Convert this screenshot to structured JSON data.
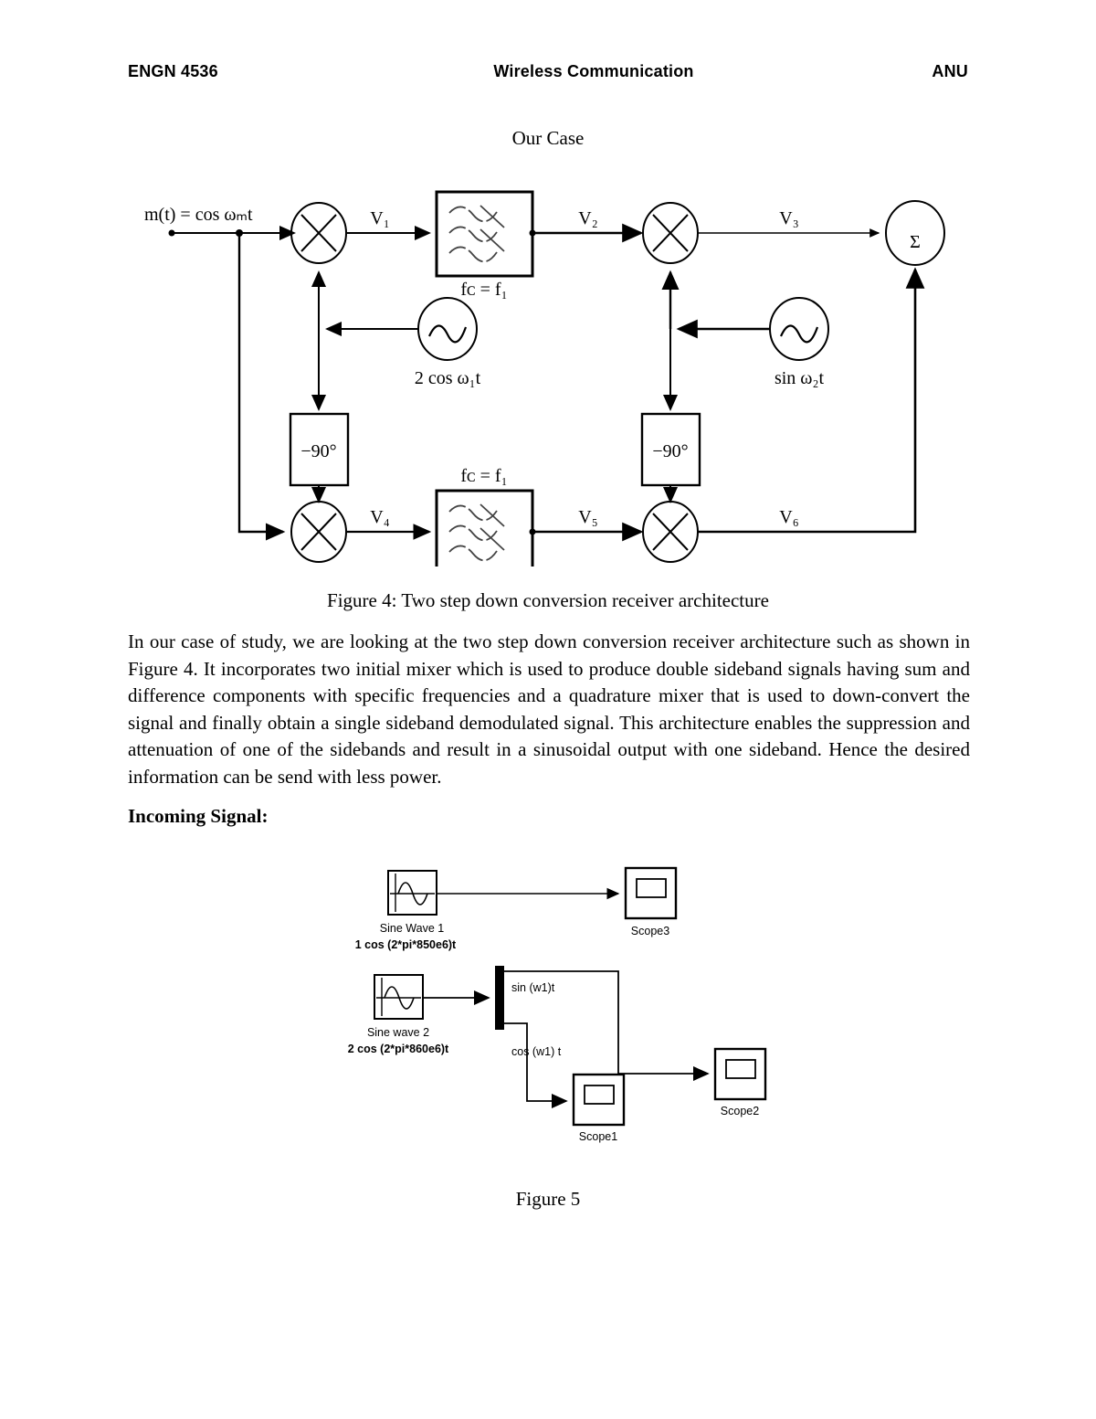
{
  "header": {
    "course_code": "ENGN 4536",
    "title": "Wireless Communication",
    "institution": "ANU"
  },
  "section_title": "Our Case",
  "figure4": {
    "caption": "Figure 4: Two step down conversion receiver architecture",
    "input_label": "m(t) = cos ωₘt",
    "signal_labels": {
      "v1": "V₁",
      "v2": "V₂",
      "v3": "V₃",
      "v4": "V₄",
      "v5": "V₅",
      "v6": "V₆"
    },
    "filter_top_label": "fᴄ = f₁",
    "filter_bottom_label": "fᴄ = f₁",
    "oscillator_left_label": "2 cos ω₁t",
    "oscillator_right_label": "sin ω₂t",
    "phase_shifter_left_label": "−90°",
    "phase_shifter_right_label": "−90°",
    "summer_symbol": "Σ",
    "mixer_symbol": "×"
  },
  "paragraph": "In our case of study, we are looking at the two step down conversion receiver architecture such as shown in Figure 4. It incorporates two initial mixer which is used to produce double sideband signals having sum and difference components with specific frequencies and a quadrature mixer that is used to down-convert the signal and finally obtain a single sideband demodulated signal. This architecture enables the suppression and attenuation of one of the sidebands and result in a sinusoidal output with one sideband. Hence the desired information can be send with less power.",
  "incoming_signal_heading": "Incoming Signal:",
  "figure5": {
    "caption": "Figure 5",
    "blocks": {
      "sine_wave_1_name": "Sine Wave 1",
      "sine_wave_1_expr": "1 cos (2*pi*850e6)t",
      "sine_wave_2_name": "Sine wave 2",
      "sine_wave_2_expr": "2 cos (2*pi*860e6)t",
      "scope3_name": "Scope3",
      "scope1_name": "Scope1",
      "scope2_name": "Scope2",
      "mux_out_top_label": "sin (w1)t",
      "mux_out_bottom_label": "cos (w1) t"
    }
  },
  "colors": {
    "ink": "#000000",
    "paper": "#ffffff"
  }
}
